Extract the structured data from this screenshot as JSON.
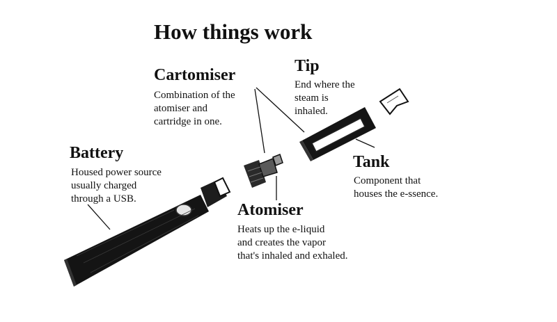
{
  "title": "How things work",
  "parts": {
    "cartomiser": {
      "name": "Cartomiser",
      "description": "Combination of the\natomiser and\ncartridge in one."
    },
    "tip": {
      "name": "Tip",
      "description": "End where the\nsteam is\ninhaled."
    },
    "battery": {
      "name": "Battery",
      "description": "Housed power source\nusually charged\nthrough a USB."
    },
    "tank": {
      "name": "Tank",
      "description": "Component that\nhouses the e-ssence."
    },
    "atomiser": {
      "name": "Atomiser",
      "description": "Heats up the e-liquid\nand creates the vapor\nthat's inhaled and exhaled."
    }
  },
  "colors": {
    "ink": "#111111",
    "background": "#ffffff"
  }
}
